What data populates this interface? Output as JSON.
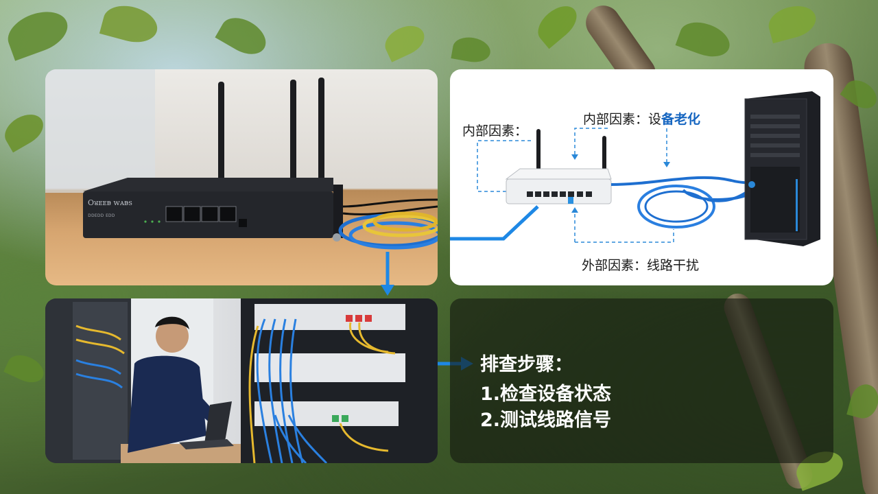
{
  "diagram": {
    "label_left": "内部因素：",
    "label_top_prefix": "内部因素：设",
    "label_top_highlight": "备老化",
    "label_bottom": "外部因素：线路干扰"
  },
  "router_photo": {
    "brand_text": "Oᴚᴇᴇᴃ ᴡᴀᴃs",
    "model_text": "ᴅᴅᴇᴅᴅ ᴇᴅᴅ"
  },
  "steps": {
    "title": "排查步骤：",
    "step1": "1.检查设备状态",
    "step2": "2.测试线路信号"
  },
  "colors": {
    "accent_blue": "#1e88e5",
    "highlight_blue": "#1565c0",
    "panel_dark": "#141810"
  }
}
